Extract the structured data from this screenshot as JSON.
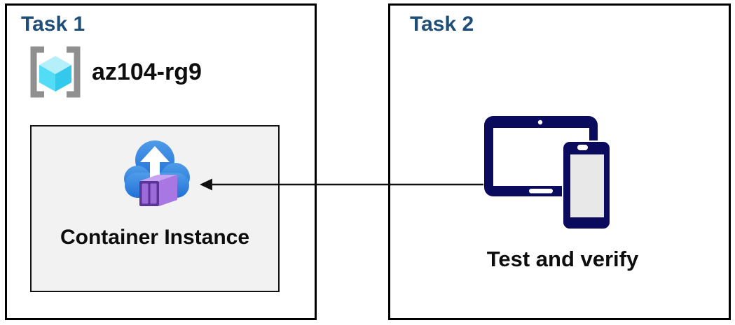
{
  "diagram": {
    "task1": {
      "title": "Task 1",
      "resource_group": {
        "name": "az104-rg9",
        "icon": "resource-group-icon"
      },
      "container_box": {
        "label": "Container Instance",
        "icon": "container-instance-icon",
        "background": "#f2f2f2"
      }
    },
    "task2": {
      "title": "Task 2",
      "label": "Test and verify",
      "icon": "devices-icon"
    },
    "arrow": {
      "from": "task2-devices",
      "to": "container-instance",
      "direction": "right-to-left"
    },
    "colors": {
      "task_title_blue": "#1f4e79",
      "box_border_black": "#000000",
      "container_box_bg": "#f2f2f2",
      "device_navy": "#0b0b5e",
      "device_screen_gray": "#e8e8e8",
      "cloud_blue_top": "#4f9ce9",
      "cloud_blue_bottom": "#2170d6",
      "container_purple_front": "#5c3397",
      "container_purple_slat": "#9d6bd9",
      "container_purple_side": "#a877e4",
      "container_purple_top": "#c7a4f2",
      "cube_top_cyan": "#b5eff9",
      "cube_left_cyan": "#53dcf5",
      "cube_right_cyan": "#33c9ec",
      "bracket_gray": "#8f8f8f"
    }
  }
}
